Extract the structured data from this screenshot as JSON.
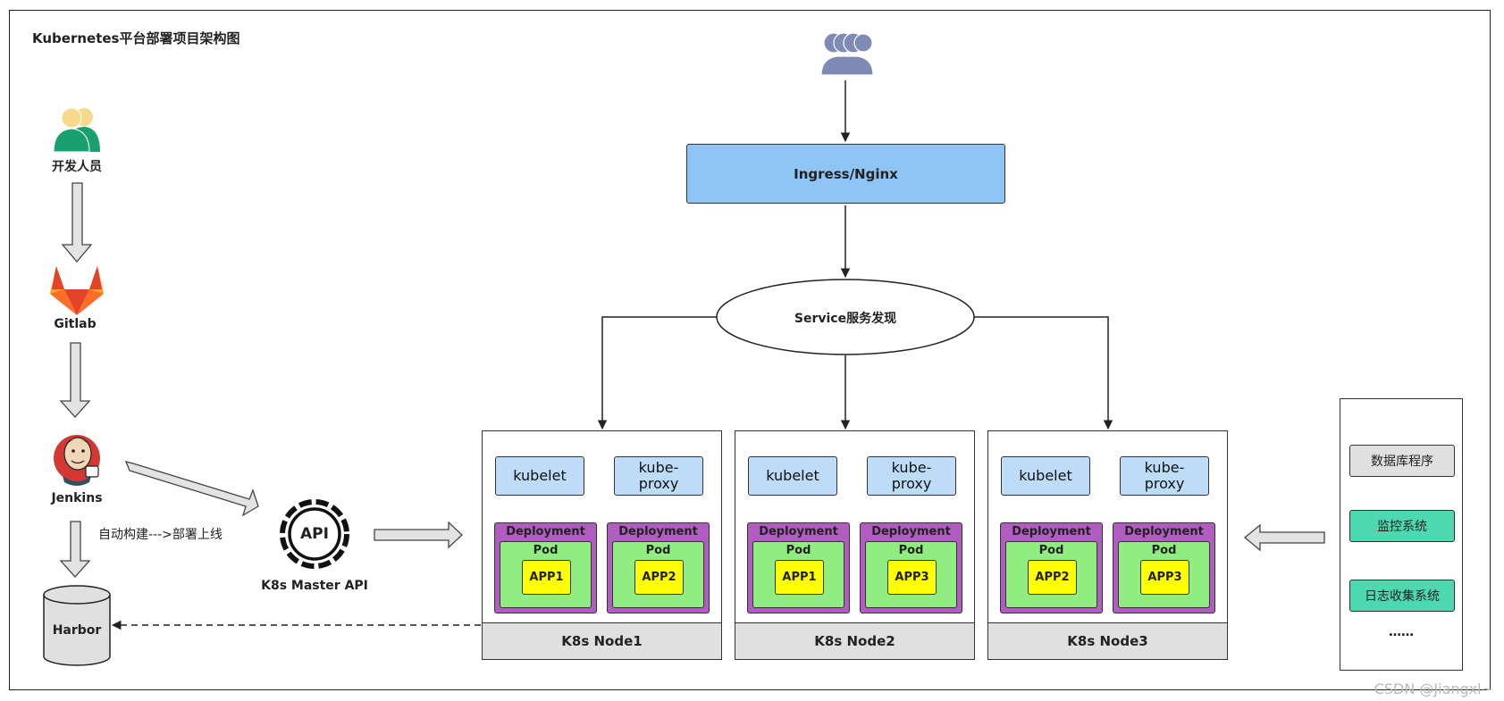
{
  "title": "Kubernetes平台部署项目架构图",
  "pipeline": {
    "developers": "开发人员",
    "gitlab": "Gitlab",
    "jenkins": "Jenkins",
    "build_deploy": "自动构建--->部署上线",
    "harbor": "Harbor",
    "api_icon_text": "API",
    "k8s_api": "K8s Master API"
  },
  "ingress": "Ingress/Nginx",
  "service": "Service服务发现",
  "nodes": [
    {
      "name": "K8s Node1",
      "kubelet": "kubelet",
      "proxy": "kube-proxy",
      "deployments": [
        {
          "label": "Deployment",
          "pod": "Pod",
          "app": "APP1"
        },
        {
          "label": "Deployment",
          "pod": "Pod",
          "app": "APP2"
        }
      ]
    },
    {
      "name": "K8s Node2",
      "kubelet": "kubelet",
      "proxy": "kube-proxy",
      "deployments": [
        {
          "label": "Deployment",
          "pod": "Pod",
          "app": "APP1"
        },
        {
          "label": "Deployment",
          "pod": "Pod",
          "app": "APP3"
        }
      ]
    },
    {
      "name": "K8s Node3",
      "kubelet": "kubelet",
      "proxy": "kube-proxy",
      "deployments": [
        {
          "label": "Deployment",
          "pod": "Pod",
          "app": "APP2"
        },
        {
          "label": "Deployment",
          "pod": "Pod",
          "app": "APP3"
        }
      ]
    }
  ],
  "sidebar": {
    "items": [
      "数据库程序",
      "监控系统",
      "日志收集系统"
    ],
    "more": "……"
  },
  "watermark": "CSDN @Jiangxl~",
  "colors": {
    "ingress": "#8ec5f5",
    "component": "#bcdcf8",
    "deployment": "#b05cc0",
    "pod": "#90ee80",
    "app": "#ffff00",
    "node_footer": "#e0e0e0",
    "db_program": "#e0e0e0",
    "monitoring": "#4dd9b0",
    "logging": "#4dd9b0",
    "users_icon": "#7f8bb5",
    "developer_body": "#18a06e",
    "developer_head": "#f6d98a",
    "gitlab_orange": "#e24329"
  },
  "icons": {
    "users": "users-group-icon",
    "developers": "developers-icon",
    "gitlab": "gitlab-logo-icon",
    "jenkins": "jenkins-logo-icon",
    "api": "api-gear-icon",
    "harbor": "database-cylinder-icon"
  }
}
